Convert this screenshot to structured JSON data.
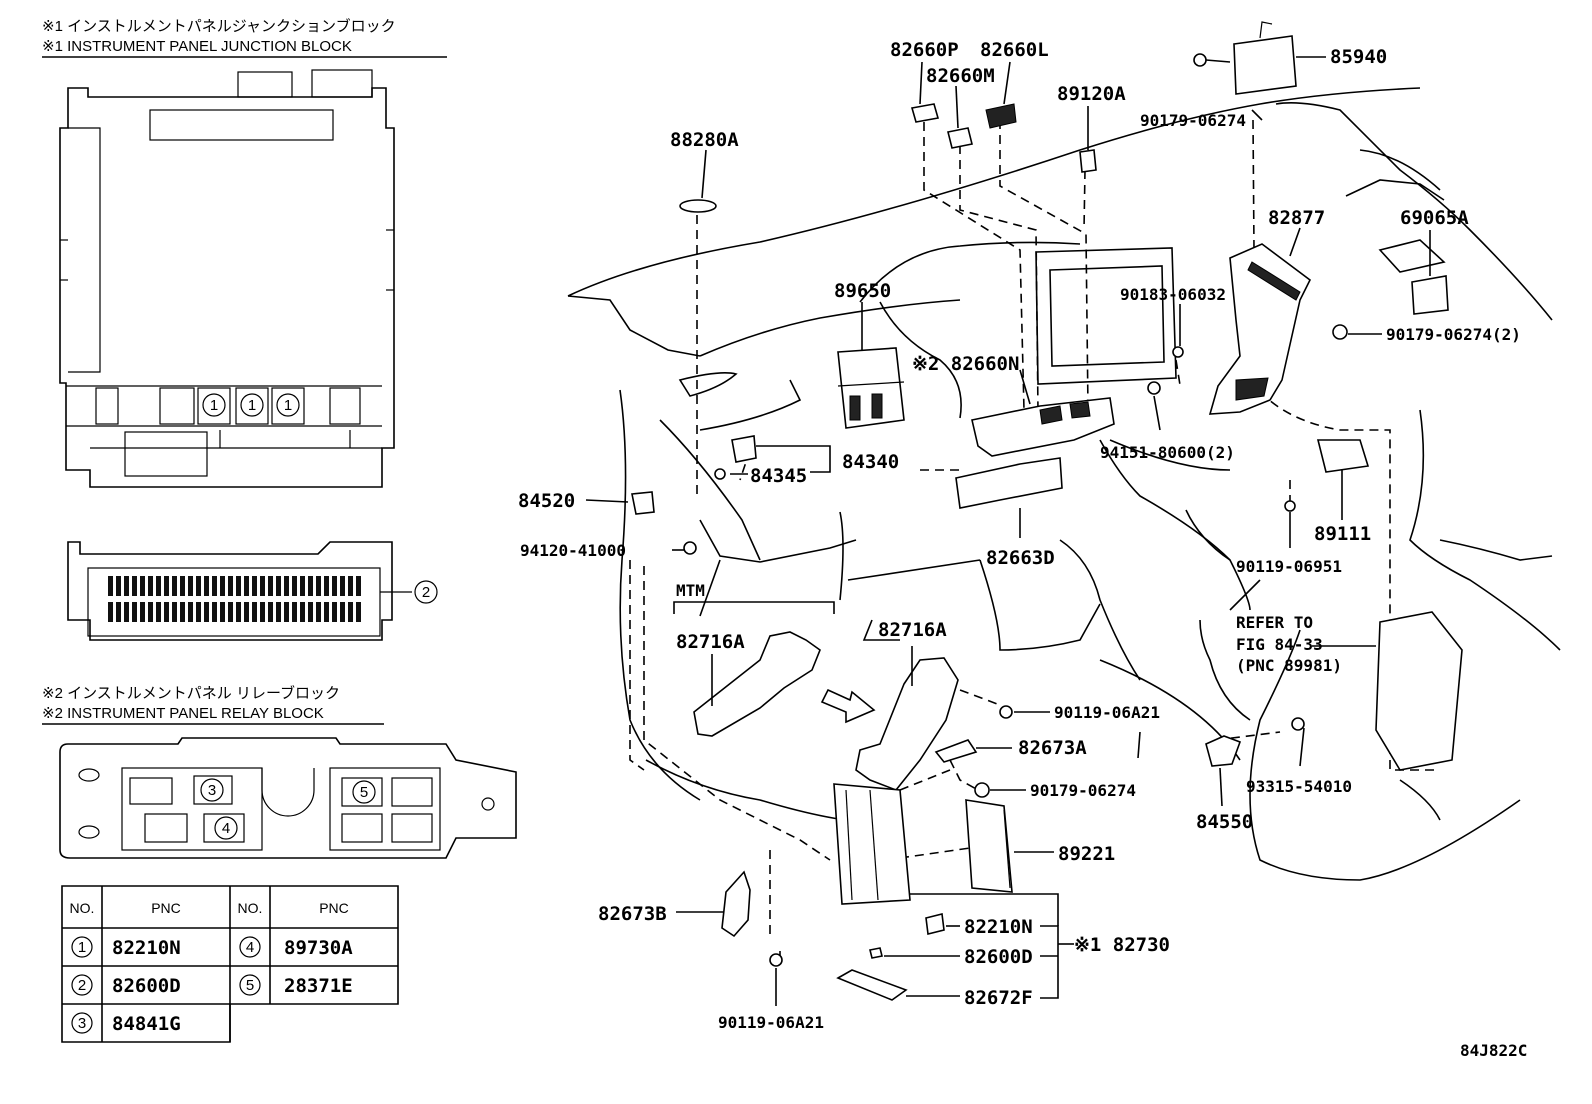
{
  "figure_code": "84J822C",
  "junction_block": {
    "title_jp": "※1 インストルメントパネルジャンクションブロック",
    "title_en": "※1 INSTRUMENT PANEL JUNCTION BLOCK",
    "markers": [
      "1",
      "1",
      "1",
      "2"
    ]
  },
  "relay_block": {
    "title_jp": "※2 インストルメントパネル リレーブロック",
    "title_en": "※2 INSTRUMENT PANEL RELAY BLOCK",
    "markers": [
      "3",
      "4",
      "5"
    ]
  },
  "pnc_table": {
    "headers": [
      "NO.",
      "PNC",
      "NO.",
      "PNC"
    ],
    "rows": [
      {
        "no": "1",
        "pnc": "82210N",
        "no2": "4",
        "pnc2": "89730A"
      },
      {
        "no": "2",
        "pnc": "82600D",
        "no2": "5",
        "pnc2": "28371E"
      },
      {
        "no": "3",
        "pnc": "84841G",
        "no2": "",
        "pnc2": ""
      }
    ]
  },
  "mtm_label": "MTM",
  "parts": {
    "p82660P": "82660P",
    "p82660L": "82660L",
    "p82660M": "82660M",
    "p89120A": "89120A",
    "p85940": "85940",
    "p90179_06274_top": "90179-06274",
    "p88280A": "88280A",
    "p82877": "82877",
    "p69065A": "69065A",
    "p89650": "89650",
    "p90183_06032": "90183-06032",
    "p90179_06274_2": "90179-06274(2)",
    "p82660N": "※2 82660N",
    "p84340": "84340",
    "p84345": "84345",
    "p94151_80600": "94151-80600(2)",
    "p84520": "84520",
    "p89111": "89111",
    "p94120_41000": "94120-41000",
    "p82663D": "82663D",
    "p90119_06951": "90119-06951",
    "p82716A_left": "82716A",
    "p82716A_right": "82716A",
    "refer_line1": "REFER TO",
    "refer_line2": "FIG 84-33",
    "refer_line3": "(PNC 89981)",
    "p90119_06A21_right": "90119-06A21",
    "p82673A": "82673A",
    "p90179_06274_mid": "90179-06274",
    "p93315_54010": "93315-54010",
    "p84550": "84550",
    "p89221": "89221",
    "p82673B": "82673B",
    "p82210N": "82210N",
    "p82600D": "82600D",
    "p82730": "※1 82730",
    "p82672F": "82672F",
    "p90119_06A21_bottom": "90119-06A21"
  }
}
